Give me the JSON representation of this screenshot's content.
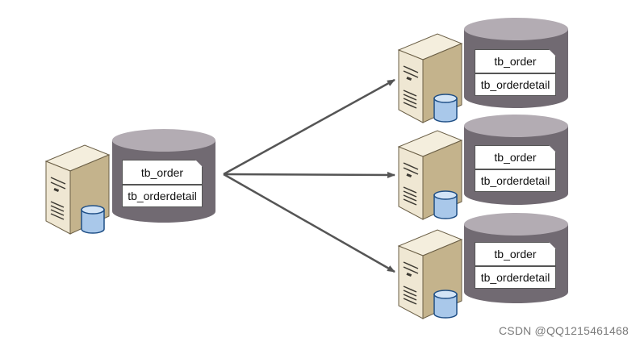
{
  "source": {
    "tables": [
      "tb_order",
      "tb_orderdetail"
    ]
  },
  "targets": [
    {
      "tables": [
        "tb_order",
        "tb_orderdetail"
      ]
    },
    {
      "tables": [
        "tb_order",
        "tb_orderdetail"
      ]
    },
    {
      "tables": [
        "tb_order",
        "tb_orderdetail"
      ]
    }
  ],
  "watermark": "CSDN @QQ1215461468",
  "colors": {
    "db_body": "#716a72",
    "db_top": "#b3acb3",
    "server_light": "#efe7d3",
    "server_dark": "#c4b38c",
    "arrow": "#555555",
    "cylinder_blue": "#a9c8ea"
  }
}
